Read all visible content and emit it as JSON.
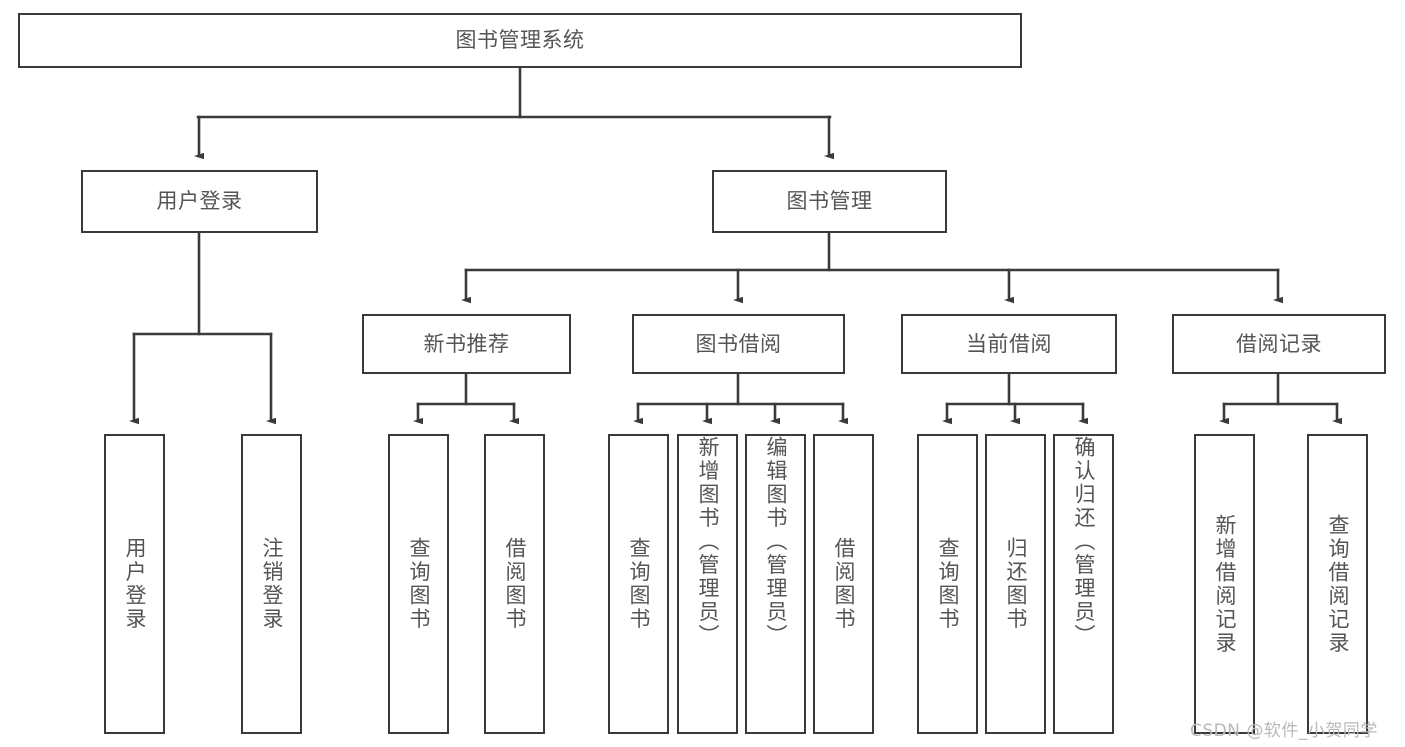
{
  "diagram": {
    "title": "图书管理系统",
    "type": "tree",
    "orientation": "top-down",
    "line_color": "#3a3a3a",
    "box_fill": "#ffffff",
    "text_color": "#555555",
    "watermark": "CSDN @软件_小贺同学",
    "nodes": {
      "root": {
        "label": "图书管理系统"
      },
      "level1": [
        {
          "label": "用户登录"
        },
        {
          "label": "图书管理"
        }
      ],
      "level2": [
        {
          "label": "新书推荐"
        },
        {
          "label": "图书借阅"
        },
        {
          "label": "当前借阅"
        },
        {
          "label": "借阅记录"
        }
      ],
      "leaves": {
        "user_login": [
          {
            "label": "用户登录"
          },
          {
            "label": "注销登录"
          }
        ],
        "new_book_recommend": [
          {
            "label": "查询图书"
          },
          {
            "label": "借阅图书"
          }
        ],
        "book_borrow": [
          {
            "label": "查询图书"
          },
          {
            "label": "新增图书（管理员）"
          },
          {
            "label": "编辑图书（管理员）"
          },
          {
            "label": "借阅图书"
          }
        ],
        "current_borrow": [
          {
            "label": "查询图书"
          },
          {
            "label": "归还图书"
          },
          {
            "label": "确认归还（管理员）"
          }
        ],
        "borrow_record": [
          {
            "label": "新增借阅记录"
          },
          {
            "label": "查询借阅记录"
          }
        ]
      }
    }
  }
}
